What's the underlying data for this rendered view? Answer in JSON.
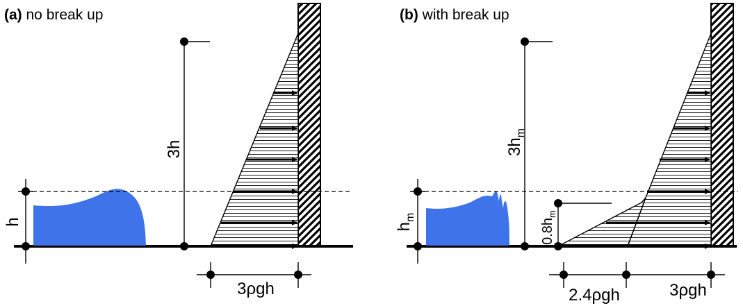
{
  "panel_a": {
    "tag": "(a)",
    "title": " no break up",
    "height_label": "h",
    "total_height_label": "3h",
    "pressure_label": "3ρgh"
  },
  "panel_b": {
    "tag": "(b)",
    "title": " with break up",
    "height_label_main": "h",
    "height_label_sub": "m",
    "total_height_main": "3h",
    "total_height_sub": "m",
    "mid_height_main": "0.8h",
    "mid_height_sub": "m",
    "pressure_label_left": "2.4ρgh",
    "pressure_label_right": "3ρgh"
  },
  "colors": {
    "water": "#3f73ea",
    "ink": "#000000"
  }
}
